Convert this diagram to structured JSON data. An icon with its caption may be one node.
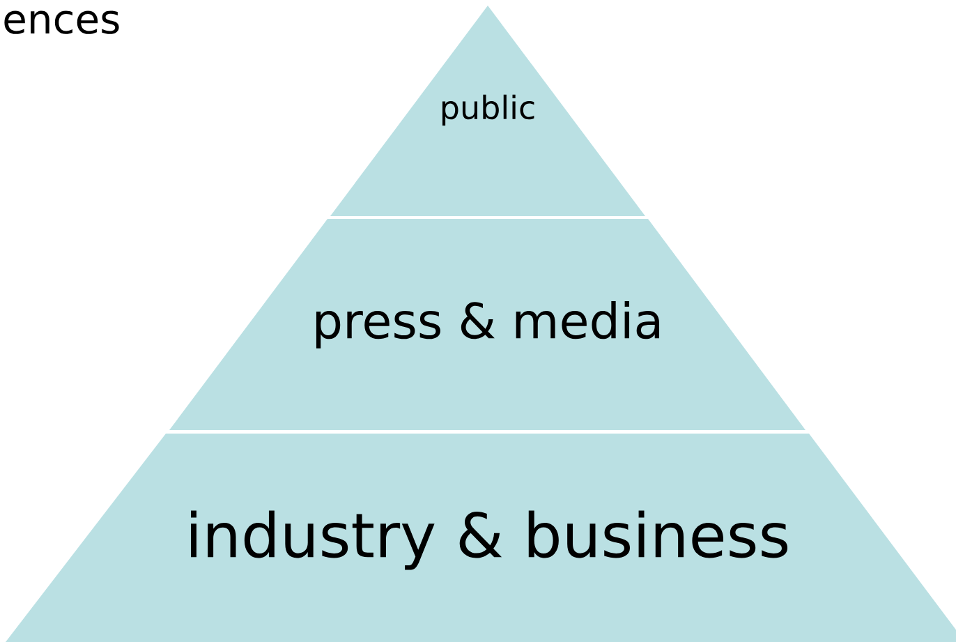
{
  "diagram": {
    "nodes": [
      {
        "text": [
          "public"
        ]
      },
      {
        "text": [
          "press & media"
        ]
      },
      {
        "text": [
          "industry & business"
        ]
      }
    ],
    "labels": [
      "ences"
    ]
  }
}
